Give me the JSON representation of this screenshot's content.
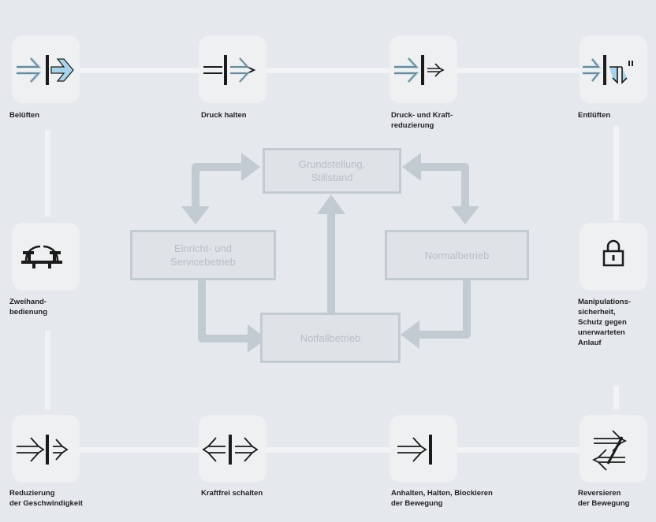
{
  "functions": {
    "belueften": {
      "label": "Belüften",
      "icon": "vent-arrow-icon"
    },
    "druck_halten": {
      "label": "Druck halten",
      "icon": "hold-pressure-icon"
    },
    "druck_reduzierung": {
      "label": "Druck- und Kraft-\nreduzierung",
      "icon": "reduce-pressure-icon"
    },
    "entlueften": {
      "label": "Entlüften",
      "icon": "exhaust-icon"
    },
    "zweihand": {
      "label": "Zweihand-\nbedienung",
      "icon": "two-hand-control-icon"
    },
    "manipulation": {
      "label": "Manipulations-\nsicherheit,\nSchutz gegen\nunerwarteten\nAnlauf",
      "icon": "padlock-icon"
    },
    "reduzierung_geschw": {
      "label": "Reduzierung\nder Geschwindigkeit",
      "icon": "reduce-speed-icon"
    },
    "kraftfrei": {
      "label": "Kraftfrei schalten",
      "icon": "force-free-icon"
    },
    "anhalten": {
      "label": "Anhalten, Halten, Blockieren\nder Bewegung",
      "icon": "stop-hold-icon"
    },
    "reversieren": {
      "label": "Reversieren\nder Bewegung",
      "icon": "reverse-arrows-icon"
    }
  },
  "states": {
    "grundstellung": "Grundstellung,\nStillstand",
    "einricht": "Einricht- und\nServicebetrieb",
    "normal": "Normalbetrieb",
    "notfall": "Notfallbetrieb"
  },
  "colors": {
    "background": "#e5e8ec",
    "tile": "#eef0f2",
    "accent_blue": "#a9d3ea",
    "icon_dark": "#1b1b1b",
    "state_border": "#c3cbd2",
    "state_text": "#b6bec6"
  }
}
